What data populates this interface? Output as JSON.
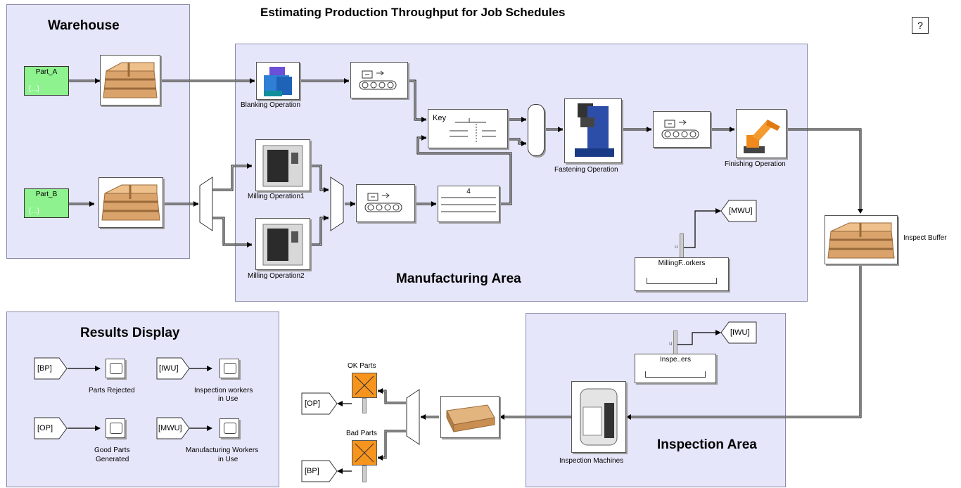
{
  "page_title": "Estimating Production Throughput for Job Schedules",
  "help_label": "?",
  "areas": {
    "warehouse": "Warehouse",
    "manufacturing": "Manufacturing Area",
    "results": "Results Display",
    "inspection": "Inspection Area"
  },
  "sources": {
    "part_a": {
      "label": "Part_A",
      "glyph": "{...}"
    },
    "part_b": {
      "label": "Part_B",
      "glyph": "{...}"
    }
  },
  "blocks": {
    "blanking": "Blanking Operation",
    "milling1": "Milling Operation1",
    "milling2": "Milling Operation2",
    "fastening": "Fastening Operation",
    "finishing": "Finishing Operation",
    "inspect_buffer": "Inspect Buffer",
    "inspection_machines": "Inspection Machines",
    "milling_workers": "MillingF..orkers",
    "inspection_workers": "Inspe..ers",
    "ok_parts": "OK Parts",
    "bad_parts": "Bad Parts",
    "key_label": "Key",
    "queue_capacity": "4",
    "u_port": "u"
  },
  "tags": {
    "mwu": "[MWU]",
    "iwu": "[IWU]",
    "op": "[OP]",
    "bp": "[BP]"
  },
  "results": {
    "parts_rejected": "Parts Rejected",
    "inspection_workers_l1": "Inspection workers",
    "inspection_workers_l2": "in Use",
    "good_parts_l1": "Good Parts",
    "good_parts_l2": "Generated",
    "manufacturing_workers_l1": "Manufacturing Workers",
    "manufacturing_workers_l2": "in Use"
  },
  "colors": {
    "area_fill": "#e6e6fa",
    "source_fill": "#8ef28e",
    "sink_fill": "#f7941d"
  }
}
